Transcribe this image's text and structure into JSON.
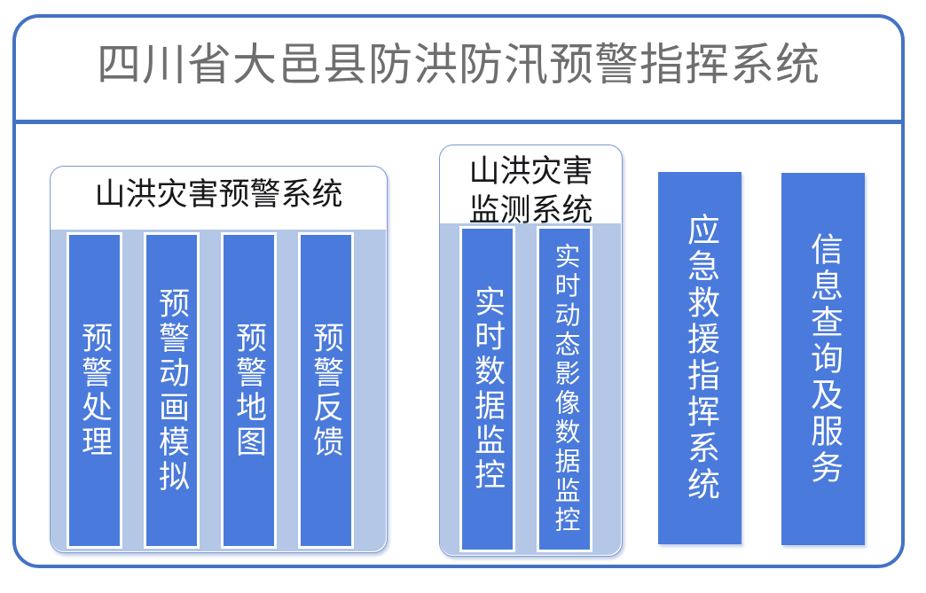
{
  "header": {
    "title": "四川省大邑县防洪防汛预警指挥系统",
    "title_color": "#6E6E6E",
    "divider_color": "#4472C4"
  },
  "theme": {
    "frame_border": "#4472C4",
    "bar_fill": "#4A7BDC",
    "tray_fill": "#B4C7E7",
    "card_border": "#7E9BD6",
    "bar_text": "#FFFFFF",
    "module_title_text": "#17171A",
    "page_background": "#FFFFFF"
  },
  "modules": [
    {
      "id": "warning",
      "title": "山洪灾害预警系统",
      "items": [
        {
          "label": "预警处理"
        },
        {
          "label": "预警动画模拟"
        },
        {
          "label": "预警地图"
        },
        {
          "label": "预警反馈"
        }
      ]
    },
    {
      "id": "monitor",
      "title_line1": "山洪灾害",
      "title_line2": "监测系统",
      "title": "山洪灾害监测系统",
      "items": [
        {
          "label": "实时数据监控"
        },
        {
          "label": "实时动态影像数据监控"
        }
      ]
    }
  ],
  "standalone_bars": [
    {
      "id": "emergency-command",
      "label": "应急救援指挥系统"
    },
    {
      "id": "info-service",
      "label": "信息查询及服务"
    }
  ]
}
